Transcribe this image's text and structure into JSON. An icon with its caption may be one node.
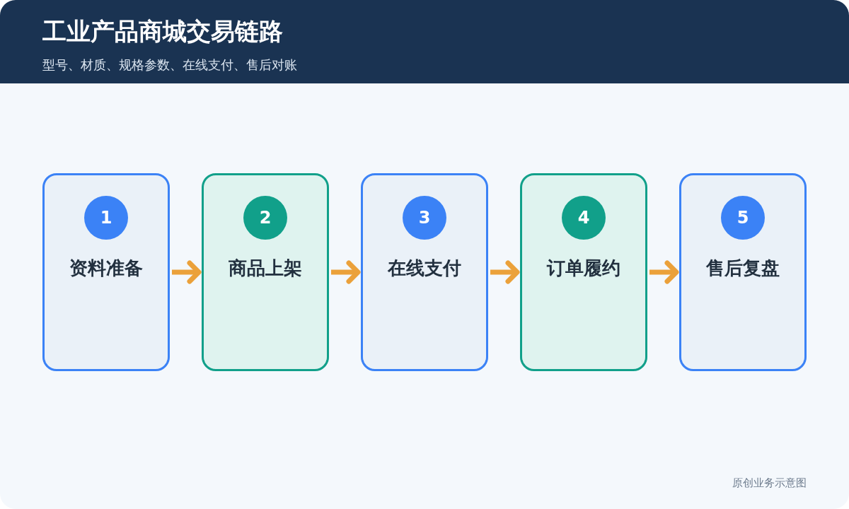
{
  "diagram": {
    "title": "工业产品商城交易链路",
    "nodes": [
      {
        "text": [
          "资料准备"
        ]
      },
      {
        "text": [
          "1"
        ],
        "in": 0
      },
      {
        "text": [
          "商品上架"
        ]
      },
      {
        "text": [
          "2"
        ],
        "in": 2
      },
      {
        "text": [
          "在线支付"
        ]
      },
      {
        "text": [
          "3"
        ],
        "in": 4
      },
      {
        "text": [
          "订单履约"
        ]
      },
      {
        "text": [
          "4"
        ],
        "in": 6
      },
      {
        "text": [
          "售后复盘"
        ]
      },
      {
        "text": [
          "5"
        ],
        "in": 8
      }
    ],
    "edges": [
      {
        "from": 0,
        "to": 2,
        "arrow": "to"
      },
      {
        "from": 2,
        "to": 4,
        "arrow": "to"
      },
      {
        "from": 4,
        "to": 6,
        "arrow": "to"
      },
      {
        "from": 6,
        "to": 8,
        "arrow": "to"
      }
    ],
    "labels": [
      "型号、材质、规格参数、在线支付、售后对账",
      "原创业务示意图"
    ]
  }
}
